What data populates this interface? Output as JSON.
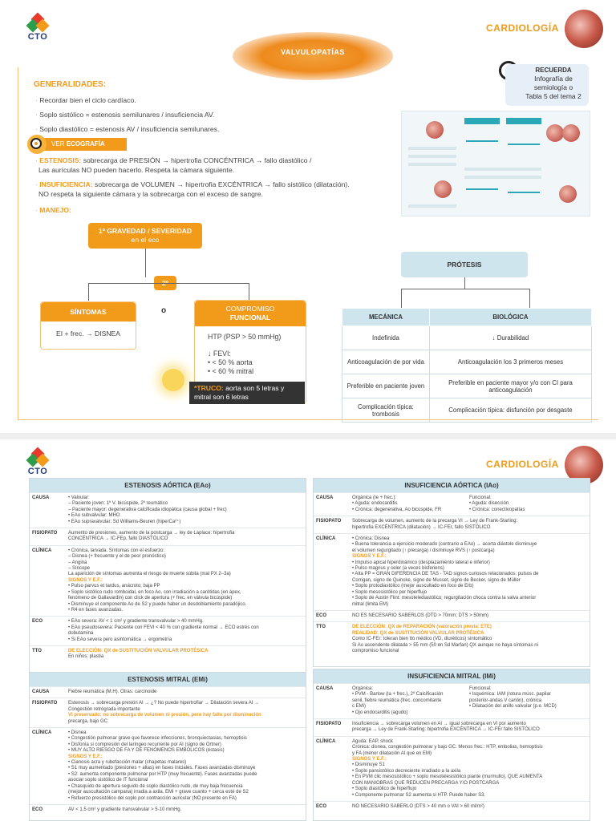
{
  "brand": {
    "logo_text": "CTO",
    "section": "CARDIOLOGÍA"
  },
  "page1": {
    "title": "VALVULOPATÍAS",
    "generalidades": {
      "heading": "GENERALIDADES:",
      "items": [
        "Recordar bien el ciclo cardíaco.",
        "Soplo sistólico = estenosis semilunares / insuficiencia AV.",
        "Soplo diastólico = estenosis AV / insuficiencia semilunares."
      ]
    },
    "ver_button": {
      "prefix": "VER",
      "label": "ECOGRAFÍA"
    },
    "estenosis": {
      "key": "ESTENOSIS:",
      "line1": "sobrecarga de PRESIÓN → hipertrofia CONCÉNTRICA → fallo diastólico /",
      "line2": "Las aurículas NO pueden hacerlo. Respeta la cámara siguiente."
    },
    "insuficiencia": {
      "key": "INSUFICIENCIA:",
      "line1": "sobrecarga de VOLUMEN → hipertrofia EXCÉNTRICA → fallo sistólico (dilatación).",
      "line2": "NO respeta la siguiente cámara y la sobrecarga con el exceso de sangre."
    },
    "manejo": "MANEJO:",
    "recuerda": {
      "title": "RECUERDA",
      "text1": "Infografía de",
      "text2": "semiología o",
      "text3": "Tabla 5 del tema 2"
    },
    "tree": {
      "root_line1": "1º GRAVEDAD / SEVERIDAD",
      "root_line2": "en el eco",
      "second": "2º",
      "o": "o",
      "sintomas_head": "SÍNTOMAS",
      "sintomas_body": "EI + frec. → DISNEA",
      "compromiso_line1": "COMPROMISO",
      "compromiso_line2": "FUNCIONAL",
      "htp": "HTP (PSP > 50 mmHg)",
      "fevi": "↓ FEVI:",
      "aorta": "• < 50 % aorta",
      "mitral": "• < 60 % mitral"
    },
    "truco": {
      "key": "*TRUCO:",
      "text": "aorta son 5 letras y mitral son 6 letras"
    },
    "protesis": {
      "head": "PRÓTESIS",
      "columns": [
        "MECÁNICA",
        "BIOLÓGICA"
      ],
      "rows": [
        [
          "Indefinida",
          "↓ Durabilidad"
        ],
        [
          "Anticoagulación de por vida",
          "Anticoagulación los 3 primeros meses"
        ],
        [
          "Preferible en paciente joven",
          "Preferible en paciente mayor y/o con CI para anticoagulación"
        ],
        [
          "Complicación típica: trombosis",
          "Complicación típica: disfunción por desgaste"
        ]
      ]
    }
  },
  "page2": {
    "eao": {
      "title": "ESTENOSIS AÓRTICA (EAo)",
      "rows": [
        {
          "label": "CAUSA",
          "lines": [
            "• Valvular:",
            "  – Paciente joven: 1º V. bicúspide, 2º reumático",
            "  – Paciente mayor: degenerativa calcificada idiopática (causa global + frec)",
            "• EAo subvalvular: MHO",
            "• EAo supravalvular: Sd Williams-Beuren (hiperCa²⁺)"
          ]
        },
        {
          "label": "FISIOPATO",
          "lines": [
            "Aumento de presiones, aumento de la postcarga → ley de Laplace: hipertrofia",
            "CONCÉNTRICA → IC-FEp, fallo DIASTÓLICO"
          ]
        },
        {
          "label": "CLÍNICA",
          "lines": [
            "• Crónica, larvada. Síntomas con el esfuerzo:",
            "  – Disnea (+ frecuente y el de peor pronóstico)",
            "  – Angina",
            "  – Síncope",
            "La aparición de síntomas aumenta el riesgo de muerte súbita (mal PX 2–3a)",
            "SIGNOS Y E.F.:",
            "• Pulso parvus et tardus, anácroto; baja PP",
            "• Soplo sistólico rudo romboidal, en foco Ao, con irradiación a carótidas (en ápex,",
            "  fenómeno de Gallavardin) con click de apertura (+ frec. en válvula bicúspide)",
            "• Disminuye el componente Ao de S2 y puede haber un desdoblamiento paradójico.",
            "• R4 en fases avanzadas."
          ]
        },
        {
          "label": "ECO",
          "lines": [
            "• EAo severa: AV < 1 cm² y gradiente transvalvular > 40 mmHg.",
            "• EAo pseudosevera: Paciente con FEVI < 40 % con gradiente normal → ECO estrés con",
            "  dobutamina",
            "• Si EAo severa pero asintomática → ergometría"
          ]
        },
        {
          "label": "TTO",
          "lines": [
            "DE ELECCIÓN: QX de SUSTITUCIÓN VALVULAR PROTÉSICA",
            "En niños: plastia"
          ]
        }
      ]
    },
    "em": {
      "title": "ESTENOSIS MITRAL (EMi)",
      "rows": [
        {
          "label": "CAUSA",
          "lines": [
            "Fiebre reumática (M.H). Otras: carcinoide"
          ]
        },
        {
          "label": "FISIOPATO",
          "lines": [
            "Estenosis → sobrecarga presión AI → ¿? No puede hipertrofiar → Dilatación severa AI →",
            "Congestión retrógrada importante",
            "VI preservado: no sobrecarga de volumen ni presión, pero hay fallo por disminución",
            "precarga, bajo GC"
          ]
        },
        {
          "label": "CLÍNICA",
          "lines": [
            "• Disnea",
            "• Congestión pulmonar grave que favorece infecciones, bronquiectasias, hemoptisis",
            "• Disfonía si compresión del laríngeo recurrente por AI (signo de Ortner)",
            "• MUY ALTO RIESGO DE FA Y DE FENÓMENOS EMBÓLICOS (éstasis)",
            "SIGNOS Y E.F.:",
            "• Cianosis acra y rubefacción malar (chapetas malares)",
            "• S1 muy aumentado (presiones + altas) en fases iniciales. Fases avanzadas disminuye",
            "• S2: aumenta componente pulmonar por HTP (muy frecuente). Fases avanzadas puede",
            "  asociar soplo sistólico de IT funcional",
            "• Chasquido de apertura seguido de soplo diastólico rudo, de muy baja frecuencia",
            "  (mejor auscultación campana) irradia a axila. EMi + grave cuanto + cerca esté de S2",
            "• Refuerzo presistólico del soplo por contracción auricular (NO presente en FA)"
          ]
        },
        {
          "label": "ECO",
          "lines": [
            "AV < 1,5 cm² y gradiente transvalvular > 5-10 mmHg."
          ]
        }
      ]
    },
    "iao": {
      "title": "INSUFICIENCIA AÓRTICA (IAo)",
      "causa_left": [
        "Orgánica (Ie + frec.):",
        "• Aguda: endocarditis",
        "• Crónica: degenerativa, Ao bicúspide, FR"
      ],
      "causa_right": [
        "Funcional:",
        "• Aguda: disección",
        "• Crónica: conectivopatías"
      ],
      "rows": [
        {
          "label": "FISIOPATO",
          "lines": [
            "Sobrecarga de volumen, aumento de la precarga VI → Ley de Frank-Starling:",
            "hipertrofia EXCÉNTRICA (dilatación) → IC-FEr, fallo SISTÓLICO"
          ]
        },
        {
          "label": "CLÍNICA",
          "lines": [
            "• Crónica: Disnea",
            "• Buena tolerancia a ejercicio moderado (contrario a EAo) → acorta diástole disminuye",
            "  el volumen regurgitado (↑ precarga) / disminuye RVS (↑ postcarga)",
            "SIGNOS Y E.F.:",
            "• Impulso apical hiperdinámico (desplazamiento lateral e inferior)",
            "• Pulso magnus y celer (a veces bisferiens)",
            "• Alta PP = GRAN DIFERENCIA DE TAS - TAD signos curiosos relacionados: pulsos de",
            "  Corrigan, signo de Quincke, signo de Musset, signo de Becker, signo de Müller",
            "• Soplo protodiastólico (mejor auscultado en foco de Erb)",
            "• Soplo mesosistólico por hiperflujo",
            "• Soplo de Austin Flint: mesotelediastólico; regurgitación choca contra la valva anterior",
            "  mitral (limita EM)"
          ]
        },
        {
          "label": "ECO",
          "lines": [
            "NO ES NECESARIO SABERLOS (DTD > 70mm; DTS > 50mm)"
          ]
        },
        {
          "label": "TTO",
          "lines": [
            "DE ELECCIÓN: QX de REPARACIÓN (valoración previa: ETE)",
            "REALIDAD: QX de SUSTITUCIÓN VALVULAR PROTÉSICA",
            "Como IC-FEr: toleran bien tto médico (VD, diuréticos) sintomático",
            "Si Ao ascendente dilatada > 55 mm (50 en Sd Marfan) QX aunque no haya síntomas ni",
            "compromiso funcional"
          ]
        }
      ]
    },
    "im": {
      "title": "INSUFICIENCIA MITRAL (IMi)",
      "causa_left": [
        "Orgánica:",
        "• PVM - Barlow (la + frec.), 2º Calcificación",
        "  senil, fiebre reumática (frec. concomitante",
        "  c EMi)",
        "• Ojo endocarditis (agudo)"
      ],
      "causa_right": [
        "Funcional:",
        "• Isquémica: IAM (rotura músc. papilar",
        "  posterior-andas V carión), crónica",
        "• Dilatación del anillo valvular (p.e. MCD)"
      ],
      "rows": [
        {
          "label": "FISIOPATO",
          "lines": [
            "Insuficiencia → sobrecarga volumen en AI → igual sobrecarga en VI por aumento",
            "precarga → Ley de Frank-Starling: hipertrofia EXCÉNTRICA → IC-FEr fallo SISTÓLICO"
          ]
        },
        {
          "label": "CLÍNICA",
          "lines": [
            "Aguda: EAP, shock",
            "Crónica: disnea, congestión pulmonar y bajo GC. Menos frec.: HTP, embolias, hemoptisis",
            "y FA (menor dilatación AI que en EM)",
            "SIGNOS Y E.F.:",
            "• Disminuye S1",
            "• Soplo pansistólico decreciente irradiado a la axila",
            "• En PVM clic mesosistólico + soplo mesotelesistólico piante (murmullo), QUE AUMENTA",
            "  CON MANIOBRAS QUE REDUCEN PRECARGA Y/O POSTCARGA",
            "• Soplo diastólico de hiperflujo",
            "• Componente pulmonar S2 aumenta si HTP. Puede haber S3."
          ]
        },
        {
          "label": "ECO",
          "lines": [
            "NO NECESARIO SABERLO (DTS > 40 mm o VAI > 60 ml/m²)"
          ]
        }
      ]
    }
  }
}
